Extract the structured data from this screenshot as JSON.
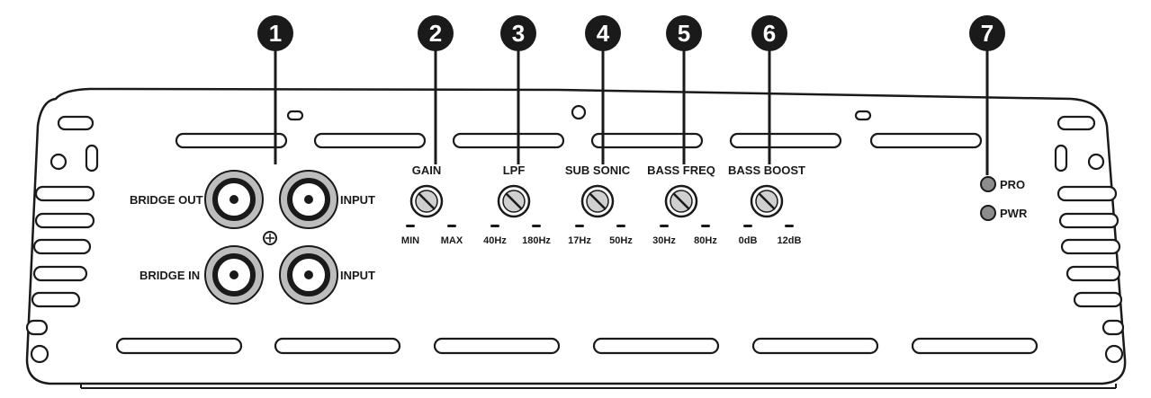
{
  "callouts": [
    "1",
    "2",
    "3",
    "4",
    "5",
    "6",
    "7"
  ],
  "jacks": {
    "bridge_out": "BRIDGE OUT",
    "bridge_in": "BRIDGE IN",
    "input_top": "INPUT",
    "input_bottom": "INPUT"
  },
  "controls": [
    {
      "label": "GAIN",
      "min": "MIN",
      "max": "MAX"
    },
    {
      "label": "LPF",
      "min": "40Hz",
      "max": "180Hz"
    },
    {
      "label": "SUB SONIC",
      "min": "17Hz",
      "max": "50Hz"
    },
    {
      "label": "BASS FREQ",
      "min": "30Hz",
      "max": "80Hz"
    },
    {
      "label": "BASS BOOST",
      "min": "0dB",
      "max": "12dB"
    }
  ],
  "leds": [
    "PRO",
    "PWR"
  ],
  "colors": {
    "outline": "#1a1a1a",
    "jack_ring": "#9a9a9a",
    "led": "#8c8c8c"
  }
}
